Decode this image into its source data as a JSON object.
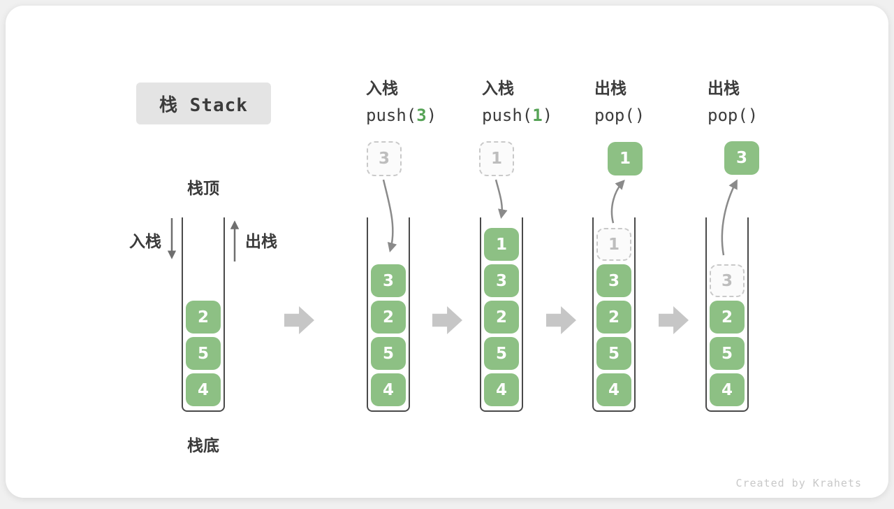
{
  "title": "栈 Stack",
  "side": {
    "top_label": "栈顶",
    "bottom_label": "栈底",
    "push_label": "入栈",
    "pop_label": "出栈"
  },
  "ops": [
    {
      "label": "入栈",
      "pre": "push(",
      "arg": "3",
      "post": ")"
    },
    {
      "label": "入栈",
      "pre": "push(",
      "arg": "1",
      "post": ")"
    },
    {
      "label": "出栈",
      "pre": "pop()",
      "arg": "",
      "post": ""
    },
    {
      "label": "出栈",
      "pre": "pop()",
      "arg": "",
      "post": ""
    }
  ],
  "stacks": [
    {
      "items": [
        "2",
        "5",
        "4"
      ]
    },
    {
      "float": "3",
      "items": [
        "3",
        "2",
        "5",
        "4"
      ]
    },
    {
      "float": "1",
      "items": [
        "1",
        "3",
        "2",
        "5",
        "4"
      ]
    },
    {
      "float": "1",
      "ghost": "1",
      "items": [
        "3",
        "2",
        "5",
        "4"
      ]
    },
    {
      "float": "3",
      "ghost": "3",
      "items": [
        "2",
        "5",
        "4"
      ]
    }
  ],
  "watermark": "Created by Krahets",
  "colors": {
    "box_green": "#8dc084",
    "code_green": "#56a356",
    "block_arrow_gray": "#c6c6c6",
    "curve_arrow_gray": "#8a8a8a",
    "side_arrow_gray": "#6f6f6f",
    "dark_text": "#3c3c3c",
    "ghost_border": "#c9c9c9"
  }
}
